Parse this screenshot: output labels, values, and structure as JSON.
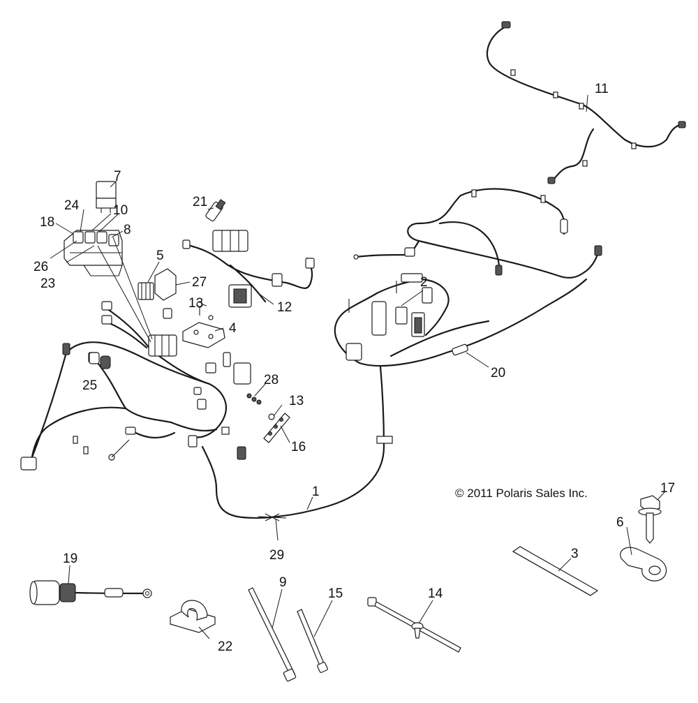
{
  "copyright": "© 2011 Polaris Sales Inc.",
  "callouts": [
    {
      "id": "c1",
      "text": "1"
    },
    {
      "id": "c2",
      "text": "2"
    },
    {
      "id": "c3",
      "text": "3"
    },
    {
      "id": "c4",
      "text": "4"
    },
    {
      "id": "c5",
      "text": "5"
    },
    {
      "id": "c6",
      "text": "6"
    },
    {
      "id": "c7",
      "text": "7"
    },
    {
      "id": "c8",
      "text": "8"
    },
    {
      "id": "c9",
      "text": "9"
    },
    {
      "id": "c10",
      "text": "10"
    },
    {
      "id": "c11",
      "text": "11"
    },
    {
      "id": "c12",
      "text": "12"
    },
    {
      "id": "c13a",
      "text": "13"
    },
    {
      "id": "c13b",
      "text": "13"
    },
    {
      "id": "c14",
      "text": "14"
    },
    {
      "id": "c15",
      "text": "15"
    },
    {
      "id": "c16",
      "text": "16"
    },
    {
      "id": "c17",
      "text": "17"
    },
    {
      "id": "c18",
      "text": "18"
    },
    {
      "id": "c19",
      "text": "19"
    },
    {
      "id": "c20",
      "text": "20"
    },
    {
      "id": "c21",
      "text": "21"
    },
    {
      "id": "c22",
      "text": "22"
    },
    {
      "id": "c23",
      "text": "23"
    },
    {
      "id": "c24",
      "text": "24"
    },
    {
      "id": "c25",
      "text": "25"
    },
    {
      "id": "c26",
      "text": "26"
    },
    {
      "id": "c27",
      "text": "27"
    },
    {
      "id": "c28",
      "text": "28"
    },
    {
      "id": "c29",
      "text": "29"
    }
  ]
}
